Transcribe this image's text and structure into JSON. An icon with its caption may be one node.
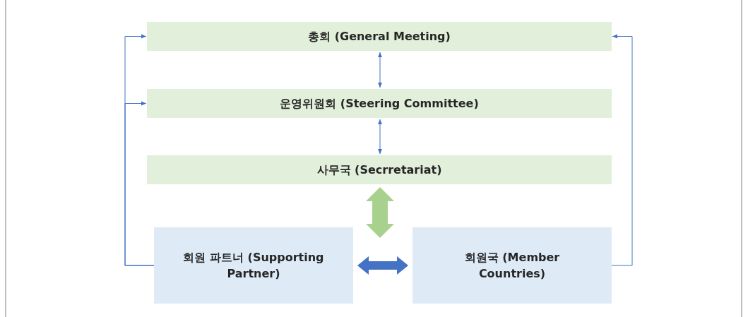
{
  "diagram": {
    "nodes": [
      {
        "text": [
          "총회 (General Meeting)"
        ]
      },
      {
        "text": [
          "운영위원회 (Steering Committee)"
        ]
      },
      {
        "text": [
          "사무국 (Secrretariat)"
        ]
      },
      {
        "text": [
          "회원 파트너 (Supporting Partner)"
        ]
      },
      {
        "text": [
          "회원국 (Member Countries)"
        ]
      }
    ],
    "edges": [
      {
        "from": 0,
        "to": 1,
        "arrow": "both"
      },
      {
        "from": 1,
        "to": 2,
        "arrow": "both"
      },
      {
        "from": 2,
        "to": null,
        "arrow": "both",
        "style": "thick",
        "color": "#a9d18e"
      },
      {
        "from": 3,
        "to": 4,
        "arrow": "both",
        "style": "thick"
      },
      {
        "from": 3,
        "to": 0,
        "arrow": "to"
      },
      {
        "from": 3,
        "to": 1,
        "arrow": "to"
      },
      {
        "from": 4,
        "to": 0,
        "arrow": "to"
      }
    ]
  }
}
